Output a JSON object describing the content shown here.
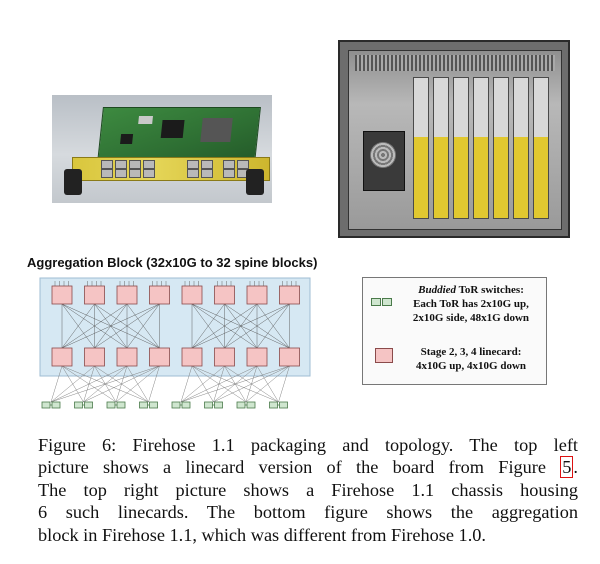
{
  "diagram": {
    "title": "Aggregation Block (32x10G to 32 spine blocks)",
    "stage_linecards_per_row": 8,
    "tor_switch_pairs": 8
  },
  "legend": {
    "tor": {
      "label_italic": "Buddied",
      "label_rest": " ToR switches:",
      "line2": "Each ToR has 2x10G up,",
      "line3": "2x10G side, 48x1G down"
    },
    "linecard": {
      "line1": "Stage 2, 3, 4 linecard:",
      "line2": "4x10G up, 4x10G down"
    }
  },
  "caption": {
    "line1": "Figure 6:  Firehose 1.1 packaging and topology.  The top left",
    "line2": "picture shows a linecard version of the board from Figure ",
    "ref": "5",
    "line2_end": ".",
    "line3": "The top right picture shows a Firehose 1.1 chassis housing",
    "line4": "6 such linecards.  The bottom figure shows the aggregation",
    "line5": "block in Firehose 1.1, which was different from Firehose 1.0."
  },
  "colors": {
    "linecard_fill": "#f5c4c4",
    "linecard_stroke": "#8a4a4a",
    "tor_fill": "#cfe6cf",
    "tor_stroke": "#4a7a4a",
    "block_bg": "#d6e8f3",
    "link_ref": "#d11111"
  }
}
